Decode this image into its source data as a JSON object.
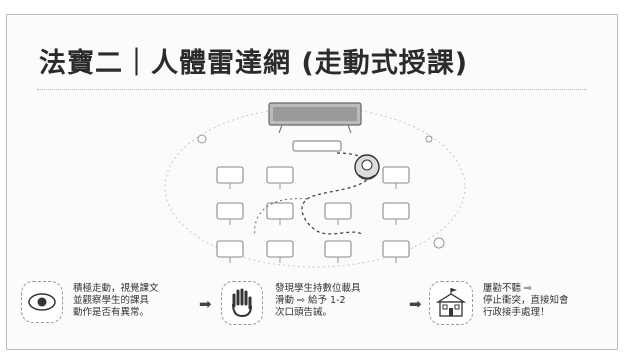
{
  "slide": {
    "title": "法寶二｜人體雷達網 (走動式授課)",
    "steps": [
      {
        "icon": "eye-icon",
        "text": "積極走動，視覺課文\n並觀察學生的課具\n動作是否有異常。"
      },
      {
        "icon": "hand-stop-icon",
        "text": "發現學生持數位載具\n滑動 ⇨ 給予 1-2\n次口頭告誡。"
      },
      {
        "icon": "school-icon",
        "text": "屢勸不聽 ⇨\n停止衝突，直接知會\n行政接手處理！"
      }
    ]
  }
}
